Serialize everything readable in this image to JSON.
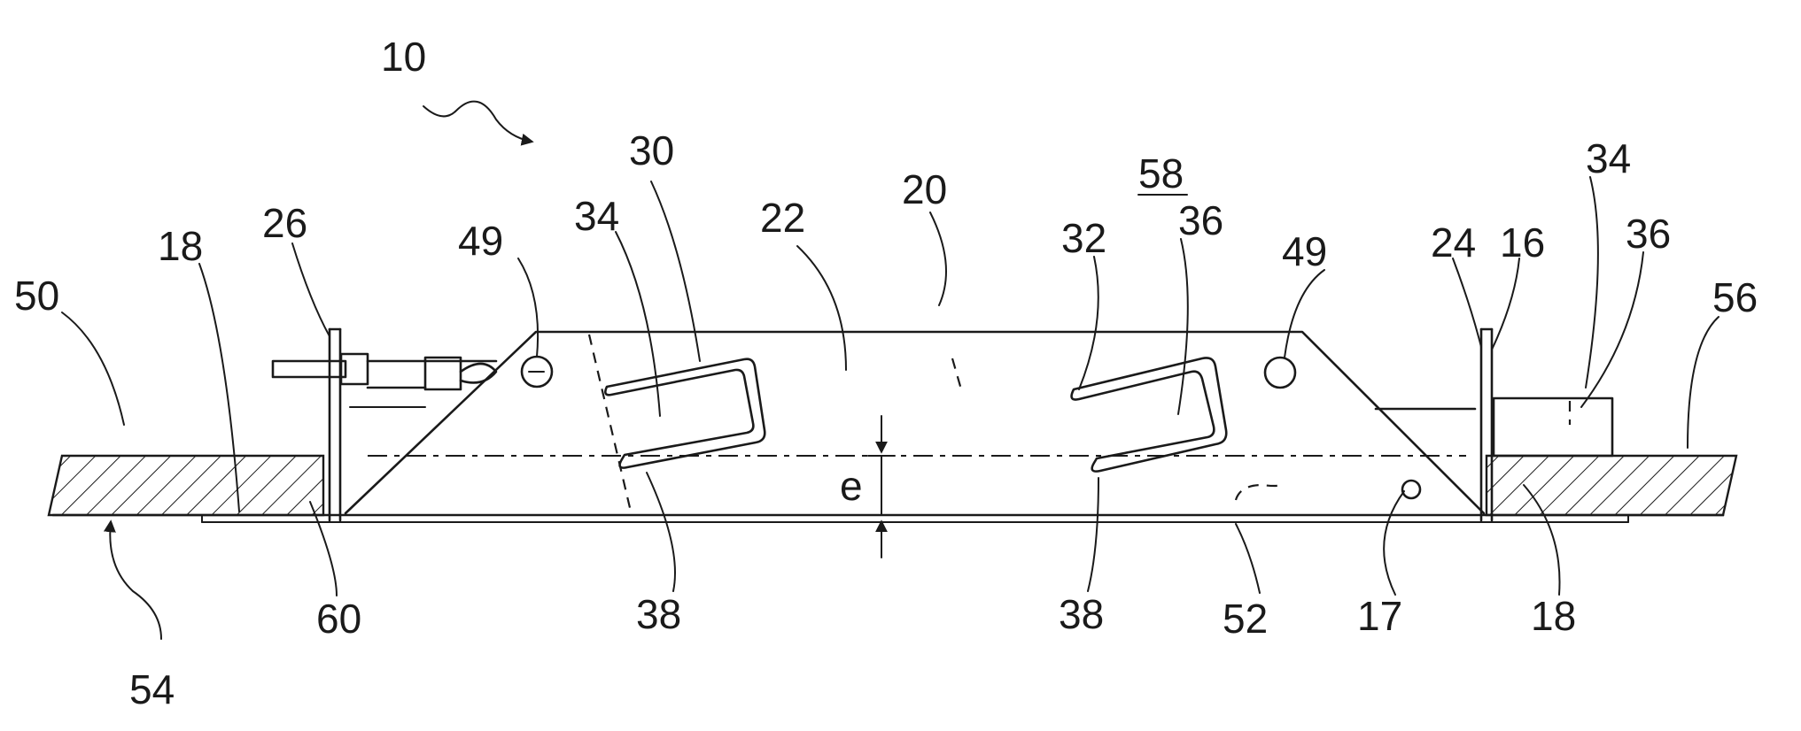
{
  "figure": {
    "labels": {
      "l10": "10",
      "l30": "30",
      "l58": "58",
      "l34a": "34",
      "l22": "22",
      "l20": "20",
      "l26": "26",
      "l49a": "49",
      "l32": "32",
      "l36a": "36",
      "l49b": "49",
      "l24": "24",
      "l16": "16",
      "l34b": "34",
      "l36b": "36",
      "l18a": "18",
      "l50": "50",
      "l56": "56",
      "le": "e",
      "l38a": "38",
      "l38b": "38",
      "l60": "60",
      "l52": "52",
      "l17": "17",
      "l18b": "18",
      "l54": "54"
    }
  }
}
